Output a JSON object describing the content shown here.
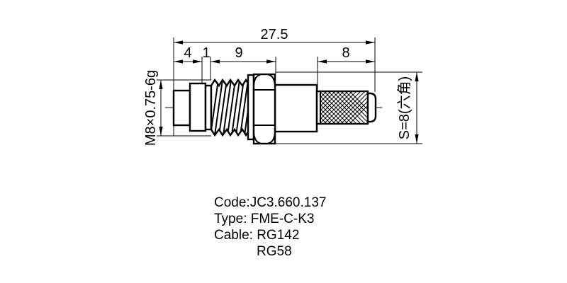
{
  "drawing": {
    "dim_total": "27.5",
    "dim_a": "4",
    "dim_b": "1",
    "dim_c": "9",
    "dim_d": "8",
    "thread_label": "M8×0.75-6g",
    "hex_label": "S=8(六角)"
  },
  "notes": {
    "code": "Code:JC3.660.137",
    "type": "Type: FME-C-K3",
    "cable": "Cable: RG142",
    "cable_alt": "RG58"
  }
}
